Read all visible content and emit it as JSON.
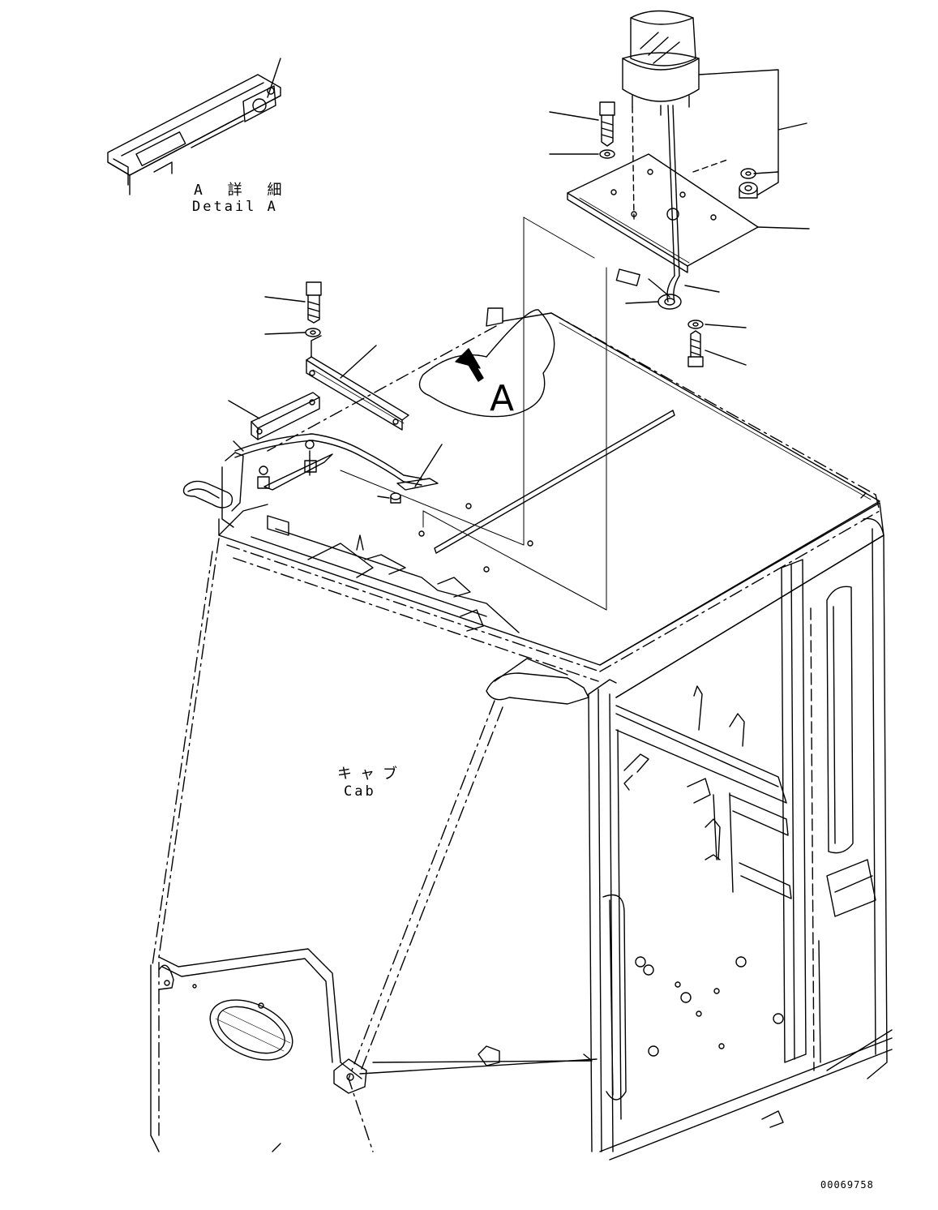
{
  "labels": {
    "detail_jp": "A 詳 細",
    "detail_en": "Detail A",
    "view_letter": "A",
    "cab_jp": "キャブ",
    "cab_en": "Cab",
    "drawing_number": "00069758"
  }
}
